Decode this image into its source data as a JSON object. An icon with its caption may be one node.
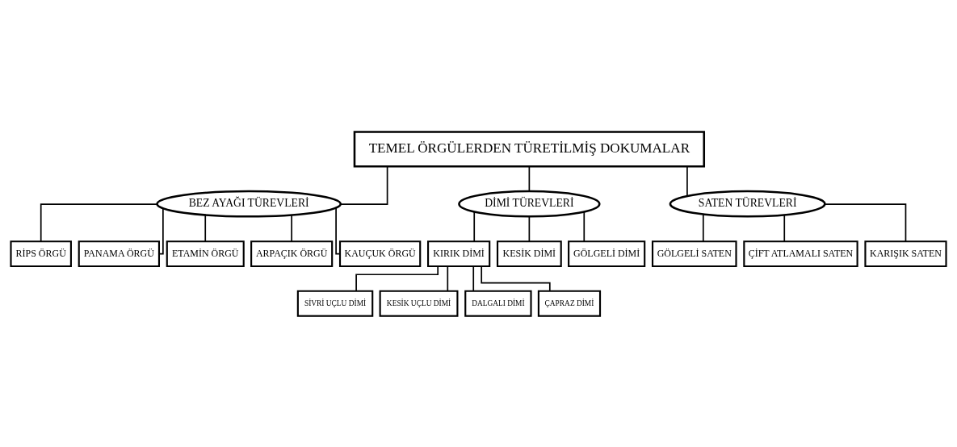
{
  "diagram": {
    "nodes": [
      {
        "text": [
          "TEMEL ÖRGÜLERDEN TÜRETİLMİŞ DOKUMALAR"
        ]
      },
      {
        "text": [
          "BEZ AYAĞI TÜREVLERİ"
        ]
      },
      {
        "text": [
          "DİMİ TÜREVLERİ"
        ]
      },
      {
        "text": [
          "SATEN TÜREVLERİ"
        ]
      },
      {
        "text": [
          "RİPS ÖRGÜ"
        ]
      },
      {
        "text": [
          "PANAMA ÖRGÜ"
        ]
      },
      {
        "text": [
          "ETAMİN ÖRGÜ"
        ]
      },
      {
        "text": [
          "ARPAÇIK ÖRGÜ"
        ]
      },
      {
        "text": [
          "KAUÇUK ÖRGÜ"
        ]
      },
      {
        "text": [
          "KIRIK DİMİ"
        ]
      },
      {
        "text": [
          "SİVRİ UÇLU DİMİ"
        ]
      },
      {
        "text": [
          "KESİK UÇLU DİMİ"
        ]
      },
      {
        "text": [
          "DALGALI DİMİ"
        ]
      },
      {
        "text": [
          "ÇAPRAZ DİMİ"
        ]
      },
      {
        "text": [
          "KESİK DİMİ"
        ]
      },
      {
        "text": [
          "GÖLGELİ DİMİ"
        ]
      },
      {
        "text": [
          "GÖLGELİ SATEN"
        ]
      },
      {
        "text": [
          "ÇİFT ATLAMALI SATEN"
        ]
      },
      {
        "text": [
          "KARIŞIK SATEN"
        ]
      }
    ],
    "edges": [
      {
        "from": 0,
        "to": 1,
        "arrow": "none"
      },
      {
        "from": 0,
        "to": 2,
        "arrow": "none"
      },
      {
        "from": 0,
        "to": 3,
        "arrow": "none"
      },
      {
        "from": 1,
        "to": 4,
        "arrow": "none"
      },
      {
        "from": 1,
        "to": 5,
        "arrow": "none"
      },
      {
        "from": 1,
        "to": 6,
        "arrow": "none"
      },
      {
        "from": 1,
        "to": 7,
        "arrow": "none"
      },
      {
        "from": 1,
        "to": 8,
        "arrow": "none"
      },
      {
        "from": 2,
        "to": 9,
        "arrow": "none"
      },
      {
        "from": 9,
        "to": 10,
        "arrow": "none"
      },
      {
        "from": 9,
        "to": 11,
        "arrow": "none"
      },
      {
        "from": 9,
        "to": 12,
        "arrow": "none"
      },
      {
        "from": 9,
        "to": 13,
        "arrow": "none"
      },
      {
        "from": 2,
        "to": 14,
        "arrow": "none"
      },
      {
        "from": 2,
        "to": 15,
        "arrow": "none"
      },
      {
        "from": 3,
        "to": 16,
        "arrow": "none"
      },
      {
        "from": 3,
        "to": 17,
        "arrow": "none"
      },
      {
        "from": 3,
        "to": 18,
        "arrow": "none"
      }
    ]
  }
}
